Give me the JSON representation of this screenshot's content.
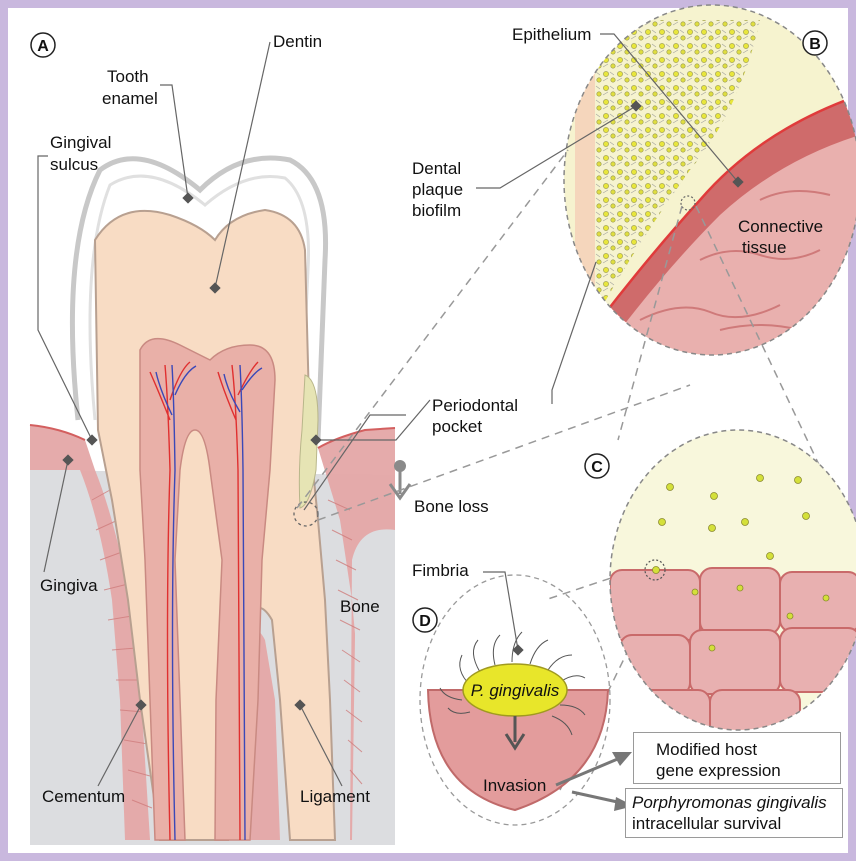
{
  "panels": {
    "a": "A",
    "b": "B",
    "c": "C",
    "d": "D"
  },
  "labels": {
    "tooth_enamel_1": "Tooth",
    "tooth_enamel_2": "enamel",
    "dentin": "Dentin",
    "gingival_sulcus_1": "Gingival",
    "gingival_sulcus_2": "sulcus",
    "dental_plaque_1": "Dental",
    "dental_plaque_2": "plaque",
    "dental_plaque_3": "biofilm",
    "epithelium": "Epithelium",
    "connective_1": "Connective",
    "connective_2": "tissue",
    "periodontal_1": "Periodontal",
    "periodontal_2": "pocket",
    "bone_loss": "Bone loss",
    "gingiva": "Gingiva",
    "bone": "Bone",
    "cementum": "Cementum",
    "ligament": "Ligament",
    "fimbria": "Fimbria",
    "pathogen": "P. gingivalis",
    "invasion": "Invasion"
  },
  "boxes": {
    "modified_1": "Modified host",
    "modified_2": "gene expression",
    "survival_1": "Porphyromonas gingivalis",
    "survival_2": "intracellular survival"
  },
  "colors": {
    "frame": "#c9b8de",
    "gum": "#e4a6a6",
    "gum_edge": "#d35f5f",
    "bone": "#dcdde0",
    "dentin": "#f8dcc4",
    "pulp": "#e9b0a8",
    "plaque": "#f6f3cf",
    "bacterium": "#e8e62a"
  }
}
